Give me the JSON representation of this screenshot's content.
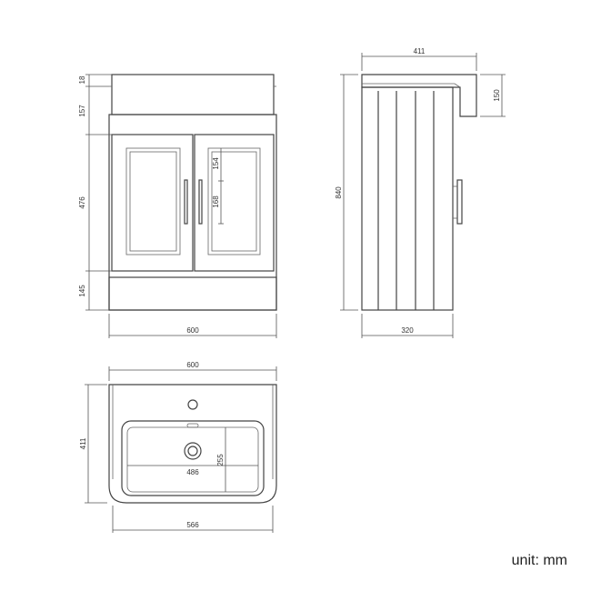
{
  "dimensions": {
    "front": {
      "top_gap": "18",
      "basin_height": "157",
      "door_height": "476",
      "plinth_height": "145",
      "width": "600",
      "panel_upper": "154",
      "handle_length": "168"
    },
    "side": {
      "depth_top": "411",
      "basin_lip": "150",
      "total_height": "840",
      "cabinet_depth": "320"
    },
    "top": {
      "width": "600",
      "depth": "411",
      "bowl_width": "486",
      "bowl_depth": "255",
      "base_width": "566"
    }
  },
  "unit_label": "unit: mm"
}
